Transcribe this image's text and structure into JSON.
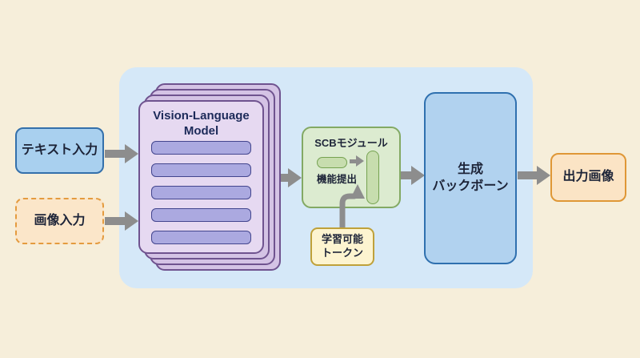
{
  "inputs": {
    "text": {
      "label": "テキスト入力"
    },
    "image": {
      "label": "画像入力"
    }
  },
  "vlm": {
    "title": "Vision-Language Model",
    "layer_count": 5,
    "stack_count": 4
  },
  "scb": {
    "title": "SCBモジュール",
    "caption": "機能提出"
  },
  "token": {
    "label": "学習可能\nトークン"
  },
  "backbone": {
    "label": "生成\nバックボーン"
  },
  "output": {
    "label": "出力画像"
  },
  "colors": {
    "background": "#f6eeda",
    "panel": "#d5e8f8",
    "text_input_fill": "#a9d0ef",
    "text_input_border": "#3470ab",
    "image_input_fill": "#fbe6c9",
    "image_input_border": "#e49b3f",
    "vlm_front_fill": "#e6d9f1",
    "vlm_back_fill": "#d4c3e5",
    "vlm_border": "#6f538f",
    "vlm_bar_fill": "#aba9e0",
    "vlm_bar_border": "#43468e",
    "scb_fill": "#dcebd0",
    "scb_border": "#83a964",
    "pill_fill": "#c7ddae",
    "pill_border": "#75a250",
    "token_fill": "#fdf4d0",
    "token_border": "#bfa13a",
    "backbone_fill": "#b1d2ef",
    "backbone_border": "#2f70af",
    "output_fill": "#fbe4c5",
    "output_border": "#df9736",
    "arrow": "#8d8d8d",
    "text": "#1d2438"
  }
}
